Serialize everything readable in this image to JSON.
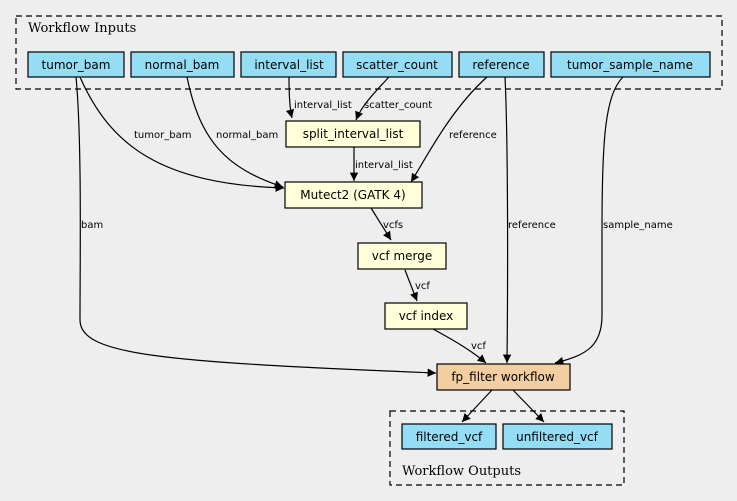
{
  "colors": {
    "background": "#eeeeee",
    "io_node": "#94ddf4",
    "step_node": "#ffffda",
    "workflow_node": "#f3cea1",
    "stroke": "#000000"
  },
  "clusters": {
    "inputs": "Workflow Inputs",
    "outputs": "Workflow Outputs"
  },
  "nodes": {
    "tumor_bam": "tumor_bam",
    "normal_bam": "normal_bam",
    "interval_list": "interval_list",
    "scatter_count": "scatter_count",
    "reference": "reference",
    "tumor_sample_name": "tumor_sample_name",
    "split_interval_list": "split_interval_list",
    "mutect2": "Mutect2 (GATK 4)",
    "vcf_merge": "vcf merge",
    "vcf_index": "vcf index",
    "fp_filter": "fp_filter workflow",
    "filtered_vcf": "filtered_vcf",
    "unfiltered_vcf": "unfiltered_vcf"
  },
  "edges": {
    "interval_list_to_split": "interval_list",
    "scatter_count_to_split": "scatter_count",
    "tumor_bam_to_mutect": "tumor_bam",
    "normal_bam_to_mutect": "normal_bam",
    "reference_to_mutect": "reference",
    "split_to_mutect": "interval_list",
    "mutect_to_merge": "vcfs",
    "merge_to_index": "vcf",
    "index_to_filter": "vcf",
    "tumor_bam_to_filter": "bam",
    "reference_to_filter": "reference",
    "sample_to_filter": "sample_name"
  }
}
